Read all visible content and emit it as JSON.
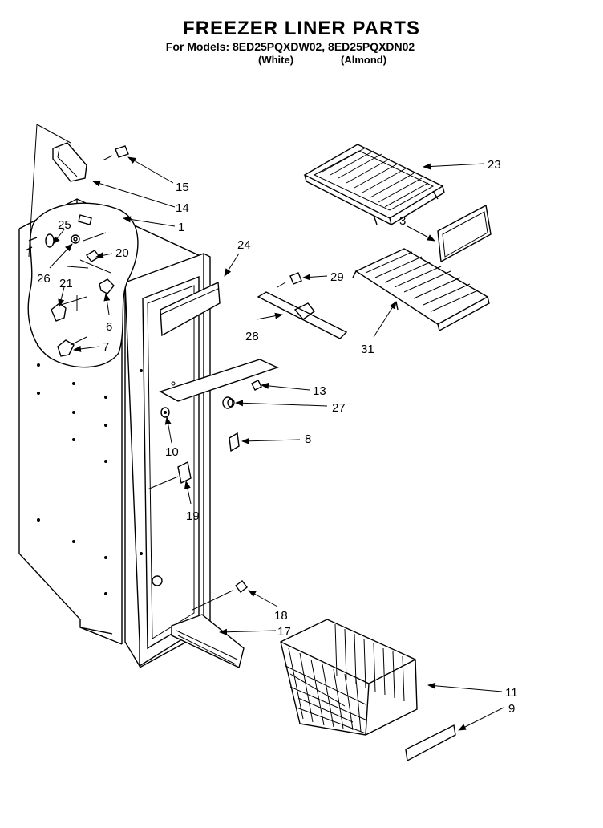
{
  "header": {
    "title": "FREEZER LINER PARTS",
    "models": "For Models: 8ED25PQXDW02, 8ED25PQXDN02",
    "variant_white": "(White)",
    "variant_almond": "(Almond)"
  },
  "callouts": [
    "23",
    "15",
    "14",
    "1",
    "25",
    "20",
    "26",
    "21",
    "6",
    "7",
    "24",
    "3",
    "29",
    "28",
    "31",
    "13",
    "27",
    "10",
    "8",
    "19",
    "18",
    "17",
    "11",
    "9"
  ]
}
